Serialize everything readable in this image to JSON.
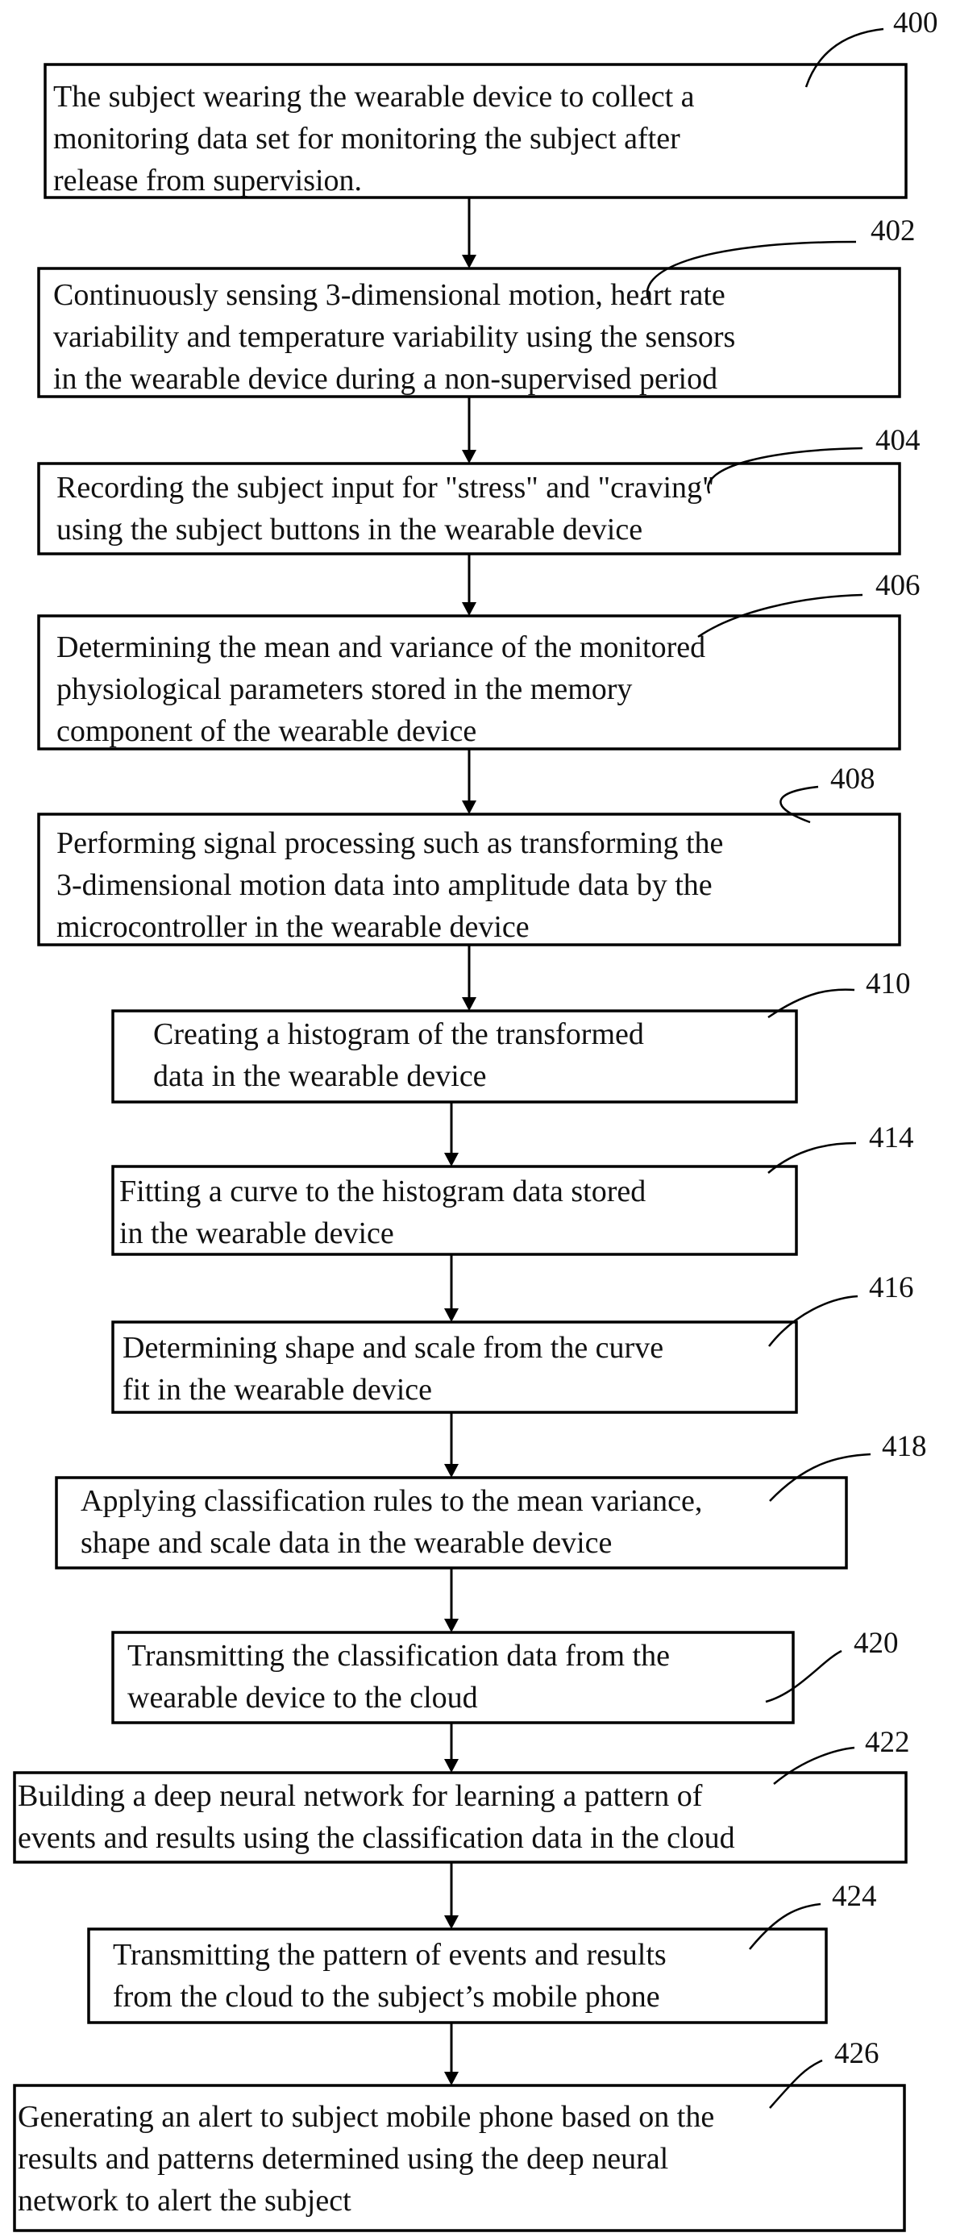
{
  "steps": [
    {
      "ref": "400",
      "lines": [
        "The subject wearing the wearable device to collect a",
        "monitoring data set for monitoring the subject after",
        "release from supervision."
      ]
    },
    {
      "ref": "402",
      "lines": [
        "Continuously sensing 3-dimensional motion, heart rate",
        "variability and temperature variability using the sensors",
        "in the wearable device during a non-supervised period"
      ]
    },
    {
      "ref": "404",
      "lines": [
        "Recording the subject input for \"stress\" and \"craving\"",
        "using the subject buttons in the wearable device"
      ]
    },
    {
      "ref": "406",
      "lines": [
        "Determining the mean and variance of the monitored",
        "physiological parameters stored in the memory",
        "component of the wearable device"
      ]
    },
    {
      "ref": "408",
      "lines": [
        "Performing signal processing such as transforming the",
        "3-dimensional motion data into amplitude data by the",
        "microcontroller in the wearable device"
      ]
    },
    {
      "ref": "410",
      "lines": [
        "Creating a histogram of the transformed",
        "data in the wearable device"
      ]
    },
    {
      "ref": "414",
      "lines": [
        "Fitting a curve to the histogram data stored",
        "in the wearable device"
      ]
    },
    {
      "ref": "416",
      "lines": [
        "Determining shape and scale from the curve",
        "fit in the wearable device"
      ]
    },
    {
      "ref": "418",
      "lines": [
        "Applying classification rules to the mean variance,",
        "shape and scale data in the wearable device"
      ]
    },
    {
      "ref": "420",
      "lines": [
        "Transmitting the classification data from the",
        "wearable device to the cloud"
      ]
    },
    {
      "ref": "422",
      "lines": [
        "Building a deep neural network for learning a pattern of",
        "events and results using the classification data in the cloud"
      ]
    },
    {
      "ref": "424",
      "lines": [
        "Transmitting the pattern of events and results",
        "from the cloud to the subject’s mobile phone"
      ]
    },
    {
      "ref": "426",
      "lines": [
        "Generating an alert to subject mobile phone based on the",
        "results and patterns determined using the deep neural",
        "network to alert the subject"
      ]
    }
  ]
}
